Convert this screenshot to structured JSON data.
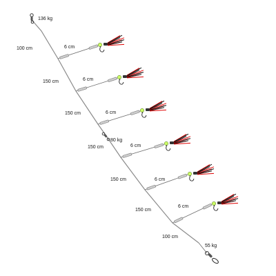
{
  "labels": {
    "top_load": "136 kg",
    "mid_load": "80 kg",
    "bottom_load": "55 kg",
    "section_lengths": [
      "100 cm",
      "150 cm",
      "150 cm",
      "150 cm",
      "150 cm",
      "150 cm",
      "100 cm"
    ],
    "branch_lengths": [
      "6 cm",
      "6 cm",
      "6 cm",
      "6 cm",
      "6 cm",
      "6 cm"
    ]
  },
  "colors": {
    "line": "#8a8a8a",
    "bead": "#ccff66",
    "skirt_red": "#e00000",
    "skirt_dark": "#111111"
  },
  "icons": [
    "top-swivel-icon",
    "middle-swivel-icon",
    "bottom-snap-swivel-icon",
    "lure-icon"
  ]
}
